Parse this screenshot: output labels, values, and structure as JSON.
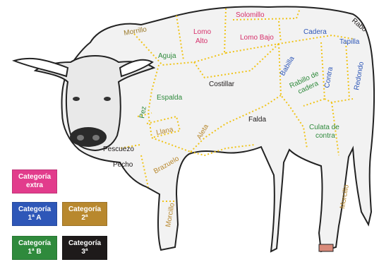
{
  "colors": {
    "extra": "#e23c8c",
    "cat1a": "#2e57b8",
    "cat1b": "#2f8a3c",
    "cat2": "#b8882e",
    "cat3": "#1e1a1a"
  },
  "cuts": {
    "solomillo": "Solomillo",
    "morrillo": "Morrillo",
    "lomo_alto_1": "Lomo",
    "lomo_alto_2": "Alto",
    "lomo_bajo": "Lomo Bajo",
    "cadera": "Cadera",
    "rabo": "Rabo",
    "tapilla": "Tapilla",
    "aguja": "Aguja",
    "babilla": "Babilla",
    "rabillo_1": "Rabillo de",
    "rabillo_2": "cadera",
    "contra": "Contra",
    "redondo": "Redondo",
    "costillar": "Costillar",
    "espalda": "Espalda",
    "pez": "Pez",
    "llana": "Llana",
    "falda": "Falda",
    "culata_1": "Culata de",
    "culata_2": "contra",
    "pescuezo": "Pescuezo",
    "aleta": "Aleta",
    "pecho": "Pecho",
    "brazuelo": "Brazuelo",
    "morcillo_trasero": "Morcillo",
    "morcillo_delantero": "Morcillo"
  },
  "legend": {
    "extra_1": "Categoría",
    "extra_2": "extra",
    "cat1a_1": "Categoría",
    "cat1a_2": "1ª A",
    "cat2_1": "Categoría",
    "cat2_2": "2ª",
    "cat1b_1": "Categoría",
    "cat1b_2": "1ª B",
    "cat3_1": "Categoría",
    "cat3_2": "3ª"
  }
}
